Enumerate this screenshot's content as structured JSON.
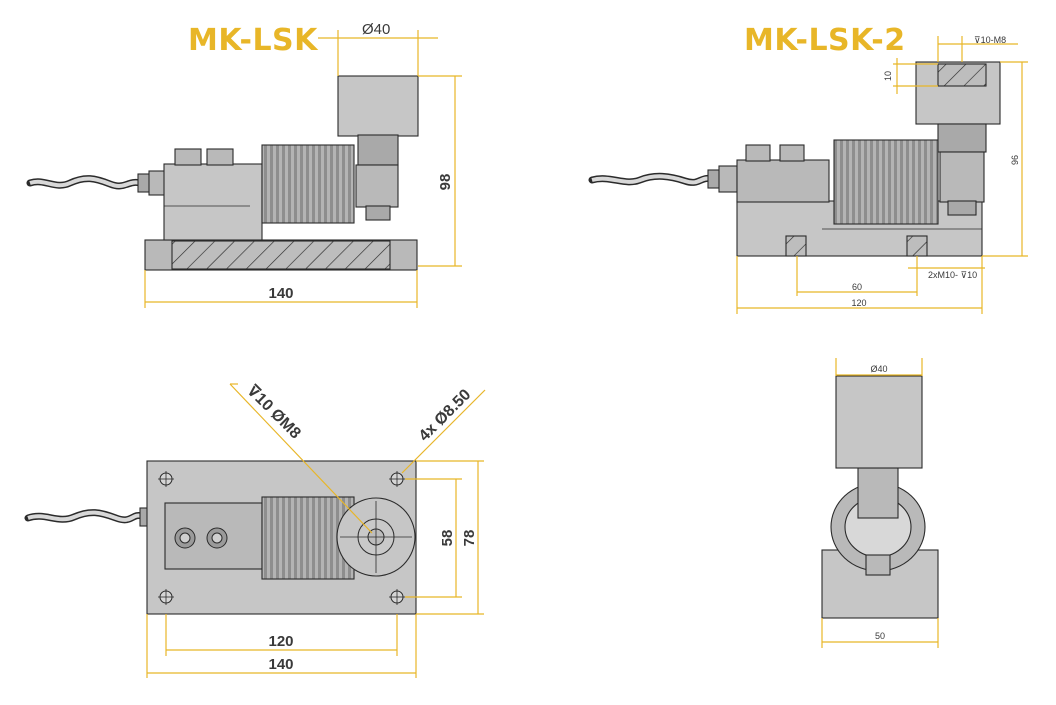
{
  "titles": {
    "left": "MK-LSK",
    "right": "MK-LSK-2"
  },
  "dims": {
    "tl_dia40": "Ø40",
    "tl_h98": "98",
    "tl_w140": "140",
    "tr_tap": "⊽10-M8",
    "tr_10": "10",
    "tr_96": "96",
    "tr_2xm10": "2xM10- ⊽10",
    "tr_60": "60",
    "tr_120": "120",
    "bl_m8": "⊽10 ØM8",
    "bl_holes": "4x Ø8.50",
    "bl_58": "58",
    "bl_78": "78",
    "bl_120": "120",
    "bl_140": "140",
    "br_dia40": "Ø40",
    "br_50": "50"
  },
  "colors": {
    "accent": "#e8b628",
    "line": "#2b2b2b",
    "metal": "#b9b9b9"
  }
}
